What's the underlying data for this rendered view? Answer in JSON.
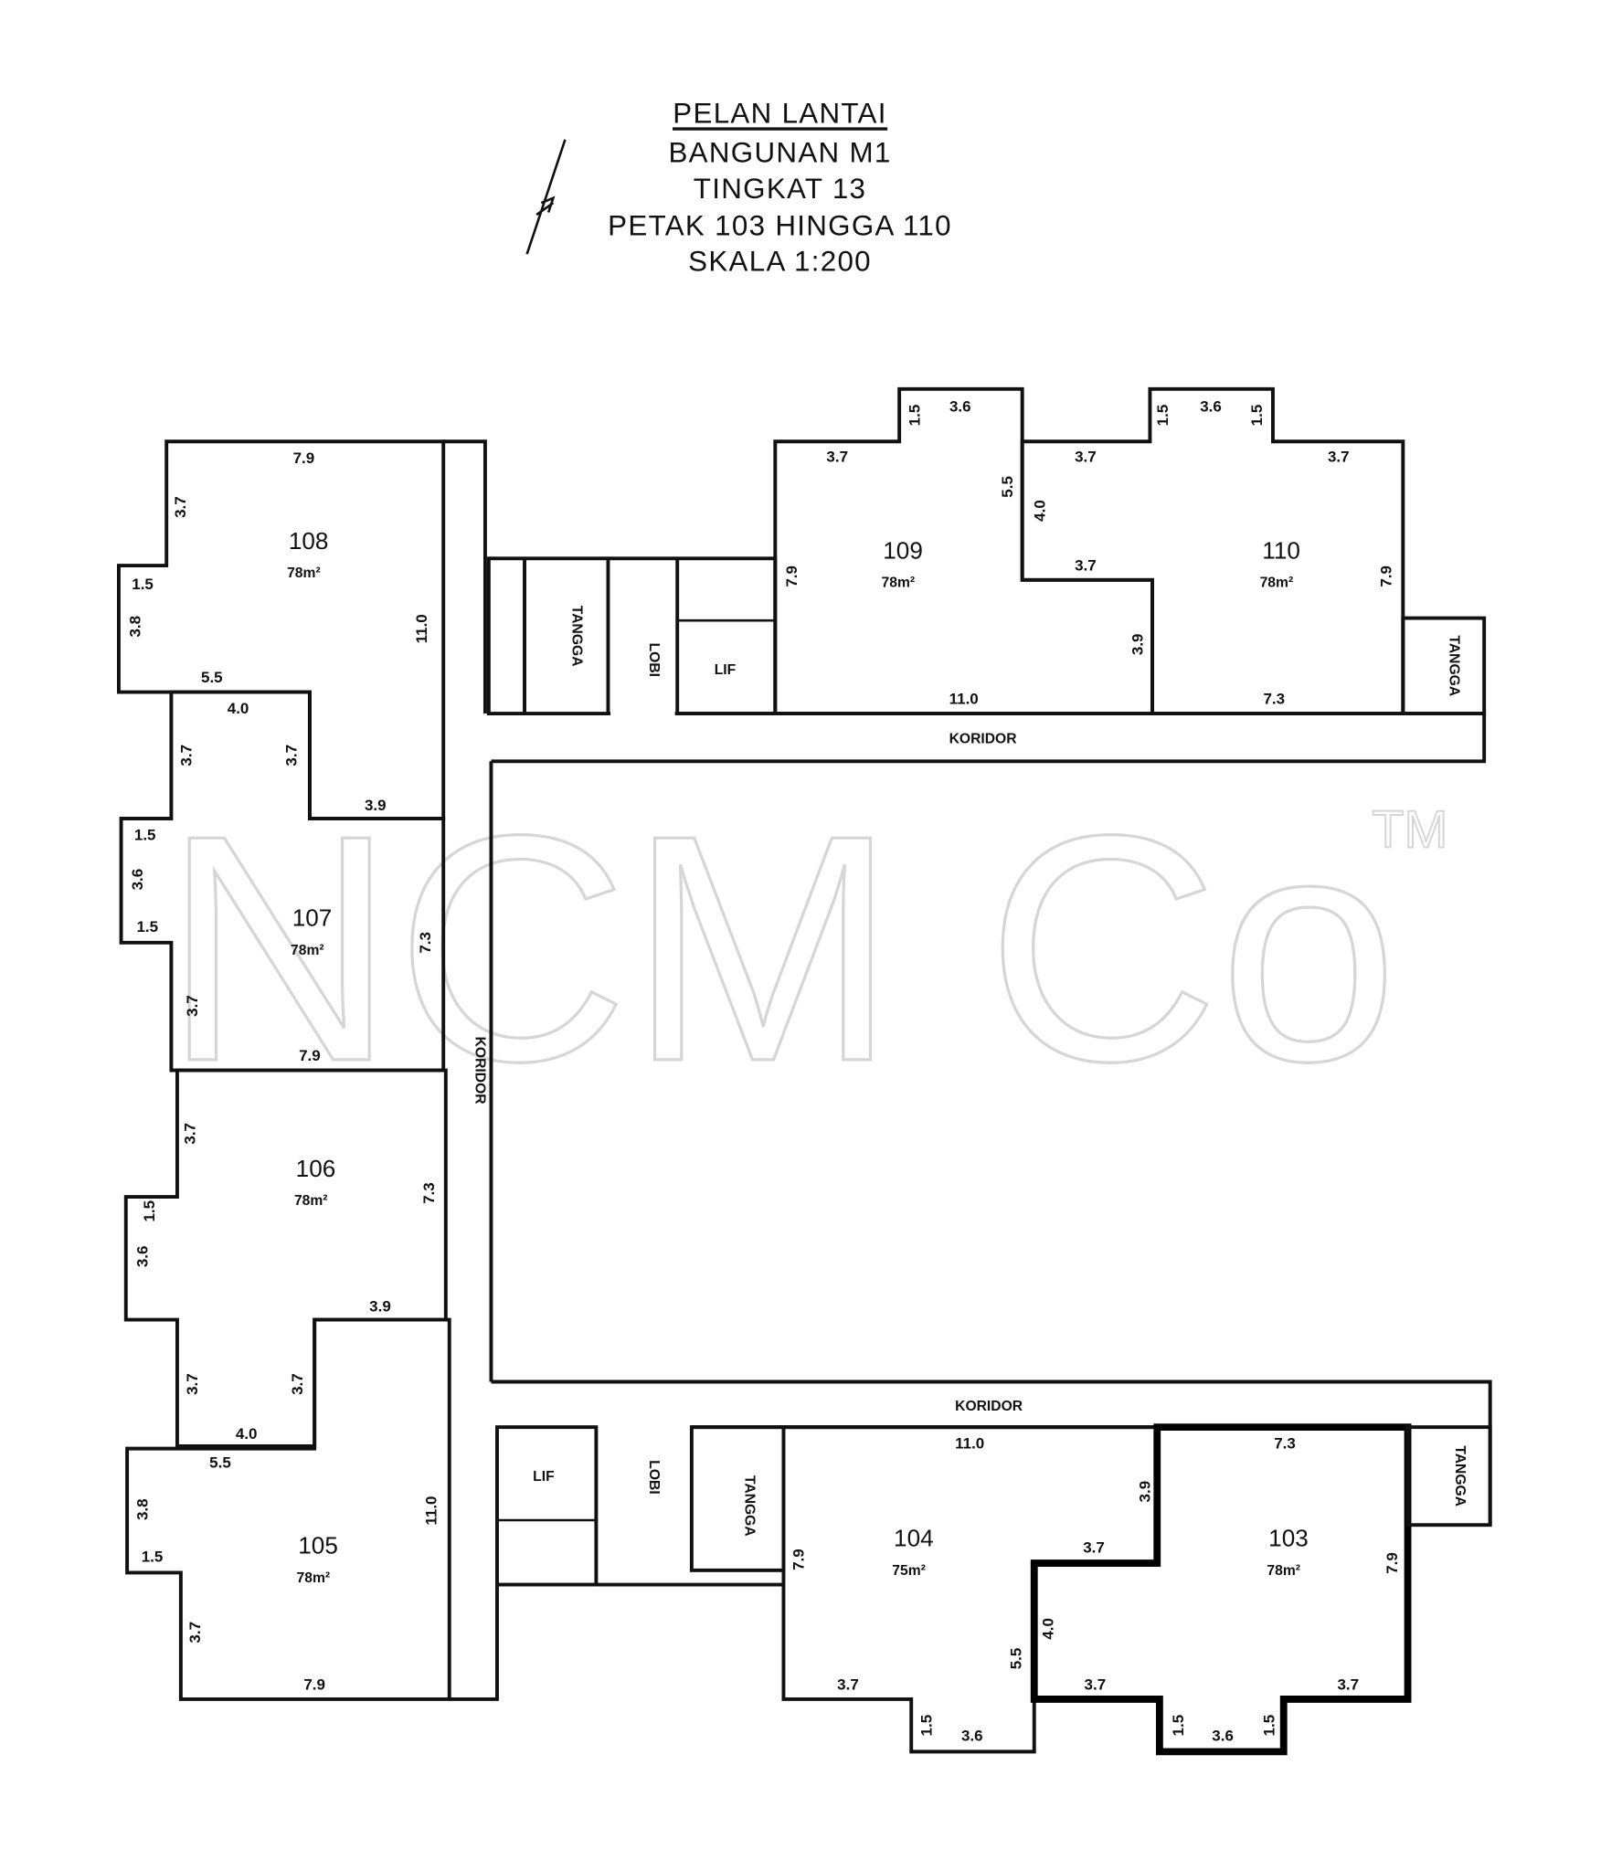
{
  "title": {
    "line1": "PELAN LANTAI",
    "line2": "BANGUNAN M1",
    "line3": "TINGKAT 13",
    "line4": "PETAK 103 HINGGA 110",
    "line5": "SKALA 1:200"
  },
  "watermark": {
    "text": "NCM Co",
    "tm": "TM"
  },
  "common": {
    "corridor": "KORIDOR",
    "stair": "TANGGA",
    "lobby": "LOBI",
    "lift": "LIF"
  },
  "units": [
    {
      "id": "108",
      "area": "78m²",
      "dims": [
        "7.9",
        "3.7",
        "1.5",
        "3.8",
        "5.5",
        "11.0"
      ]
    },
    {
      "id": "107",
      "area": "78m²",
      "dims": [
        "4.0",
        "3.7",
        "3.7",
        "3.9",
        "1.5",
        "3.6",
        "1.5",
        "7.3",
        "3.7",
        "7.9"
      ]
    },
    {
      "id": "106",
      "area": "78m²",
      "dims": [
        "3.7",
        "1.5",
        "3.6",
        "7.3",
        "3.9",
        "3.7",
        "3.7",
        "4.0"
      ]
    },
    {
      "id": "105",
      "area": "78m²",
      "dims": [
        "5.5",
        "3.8",
        "1.5",
        "11.0",
        "3.7",
        "7.9"
      ]
    },
    {
      "id": "109",
      "area": "78m²",
      "dims": [
        "1.5",
        "3.6",
        "3.7",
        "5.5",
        "4.0",
        "7.9",
        "3.7",
        "3.9",
        "11.0"
      ]
    },
    {
      "id": "110",
      "area": "78m²",
      "dims": [
        "3.7",
        "1.5",
        "3.6",
        "1.5",
        "3.7",
        "7.9",
        "7.3"
      ]
    },
    {
      "id": "104",
      "area": "75m²",
      "dims": [
        "11.0",
        "3.9",
        "3.7",
        "7.9",
        "4.0",
        "5.5",
        "3.7",
        "1.5",
        "3.6"
      ]
    },
    {
      "id": "103",
      "area": "78m²",
      "dims": [
        "7.3",
        "7.9",
        "3.7",
        "3.7",
        "1.5",
        "3.6",
        "1.5"
      ]
    }
  ]
}
